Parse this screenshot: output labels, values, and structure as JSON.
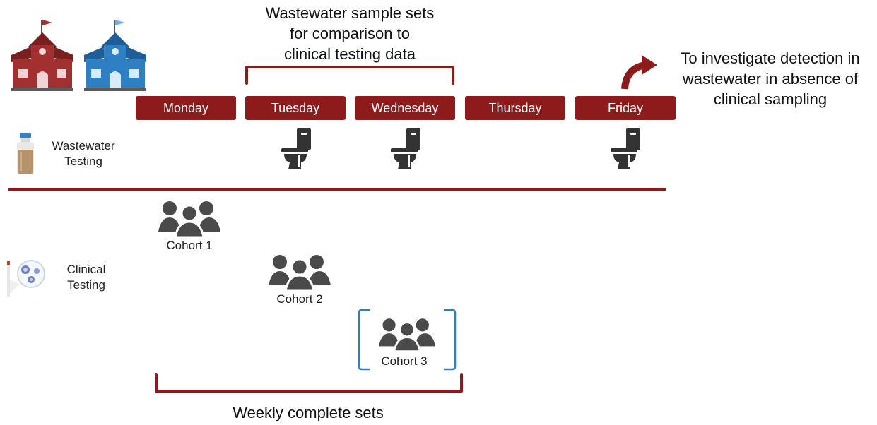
{
  "top_note": {
    "line1": "Wastewater sample sets",
    "line2": "for comparison to",
    "line3": "clinical testing data"
  },
  "right_note": {
    "line1": "To investigate detection in",
    "line2": "wastewater in absence of",
    "line3": "clinical sampling"
  },
  "days": [
    "Monday",
    "Tuesday",
    "Wednesday",
    "Thursday",
    "Friday"
  ],
  "wastewater": {
    "line1": "Wastewater",
    "line2": "Testing"
  },
  "clinical": {
    "line1": "Clinical",
    "line2": "Testing"
  },
  "cohorts": [
    "Cohort 1",
    "Cohort 2",
    "Cohort 3"
  ],
  "bottom_note": "Weekly complete sets",
  "colors": {
    "accent": "#8e1b1b",
    "school_red": "#a33030",
    "school_blue": "#2f7fc4",
    "cohort_gray": "#4a4a4a",
    "bracket_blue": "#2f7fc4"
  }
}
